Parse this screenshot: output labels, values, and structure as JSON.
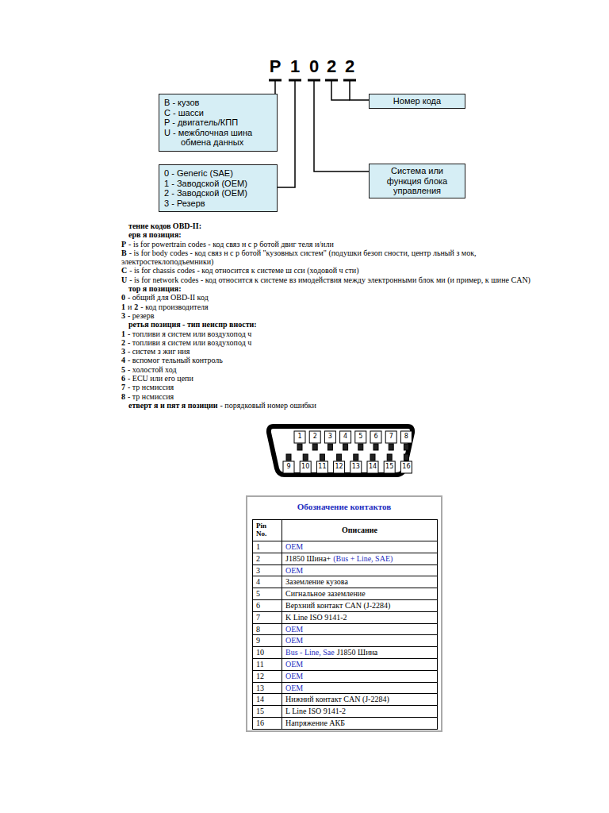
{
  "diagram": {
    "nodes": [
      {
        "text": [
          "B - кузов",
          "C - шасси",
          "P - двигатель/КПП",
          "U - межблочная шина обмена данных"
        ]
      },
      {
        "text": [
          "0 - Generic (SAE)",
          "1 - Заводской (OEM)",
          "2 - Заводской (OEM)",
          "3 - Резерв"
        ]
      },
      {
        "text": [
          "Номер кода"
        ]
      },
      {
        "text": [
          "Система или функция блока управления"
        ]
      }
    ],
    "labels": [
      "P",
      "1",
      "0",
      "2",
      "2",
      "тение кодов OBD-II:",
      "ерв я позиция:",
      "P",
      "- is for powertrain codes - код связ н с р ботой двиг теля и/или",
      "B",
      "- is for body codes - код связ н с р ботой \"кузовных систем\" (подушки безоп сности, центр льный з мок, электростеклоподъемники)",
      "C",
      "- is for chassis codes - код относится к системе ш сси (ходовой ч сти)",
      "U",
      "- is for network codes - код относится к системе вз имодействия между электронными блок ми (и пример, к шине CAN)",
      "тор я позиция:",
      "0",
      "- общий для OBD-II код",
      "1",
      "и",
      "2",
      "- код производителя",
      "3",
      "- резерв",
      "ретья позиция - тип неиспр вности:",
      "1",
      "- топливи я систем или воздухопод ч",
      "2",
      "- топливи я систем или воздухопод ч",
      "3",
      "- систем з жиг ния",
      "4",
      "- вспомог тельный контроль",
      "5",
      "- холостой ход",
      "6",
      "- ECU или его цепи",
      "7",
      "- тр нсмиссия",
      "8",
      "- тр нсмиссия",
      "етверт я и пят я позиции",
      "- порядковый номер ошибки",
      "1",
      "2",
      "3",
      "4",
      "5",
      "6",
      "7",
      "8",
      "9",
      "10",
      "11",
      "12",
      "13",
      "14",
      "15",
      "16",
      "Обозначение контактов",
      "Pin No.",
      "Описание",
      "1",
      "OEM",
      "2",
      "J1850 Шина+",
      "(Bus + Line, SAE)",
      "3",
      "OEM",
      "4",
      "Заземление кузова",
      "5",
      "Сигнальное заземление",
      "6",
      "Верхний контакт CAN (J-2284)",
      "7",
      "K Line ISO 9141-2",
      "8",
      "OEM",
      "9",
      "OEM",
      "10",
      "Bus - Line, Sae",
      "J1850 Шина",
      "11",
      "OEM",
      "12",
      "OEM",
      "13",
      "OEM",
      "14",
      "Нижний контакт CAN (J-2284)",
      "15",
      "L Line ISO 9141-2",
      "16",
      "Напряжение АКБ"
    ]
  }
}
